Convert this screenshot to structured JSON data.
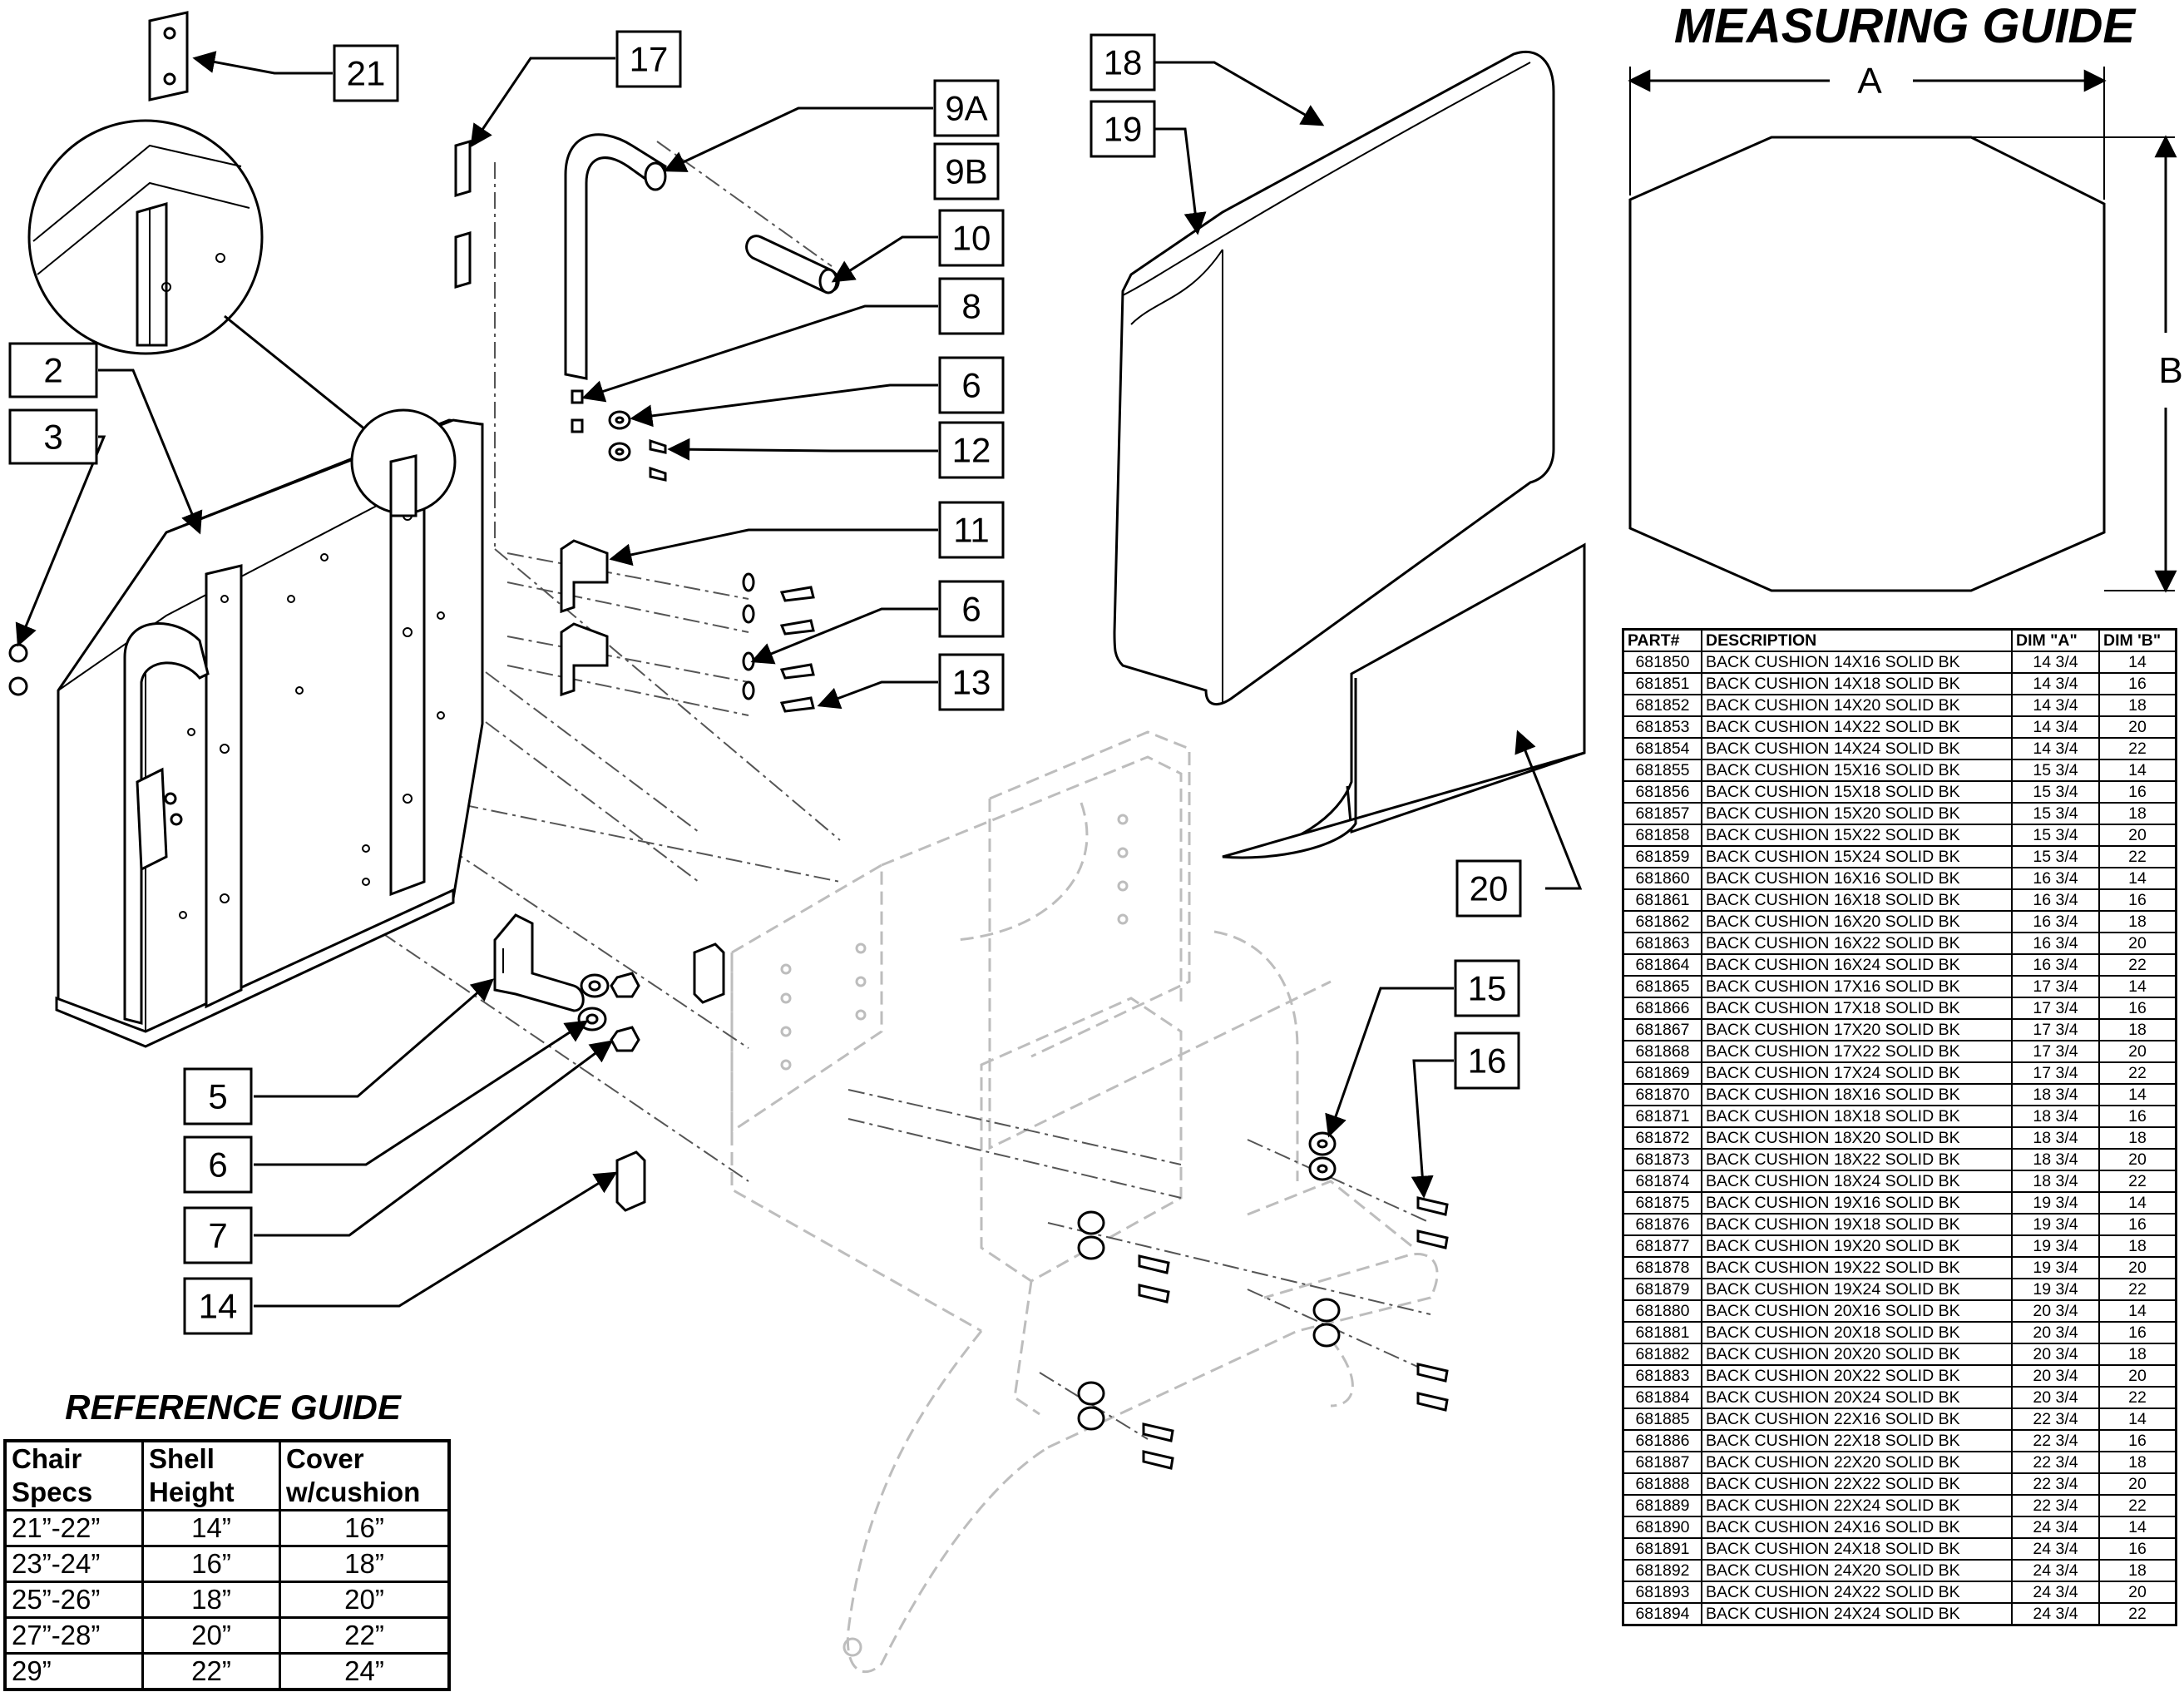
{
  "titles": {
    "measuring_guide": "MEASURING GUIDE",
    "reference_guide": "REFERENCE GUIDE"
  },
  "dimensions": {
    "a": "A",
    "b": "B"
  },
  "callouts": [
    "21",
    "17",
    "9A",
    "9B",
    "10",
    "8",
    "6",
    "12",
    "11",
    "6",
    "13",
    "2",
    "3",
    "5",
    "6",
    "7",
    "14",
    "18",
    "19",
    "20",
    "15",
    "16"
  ],
  "reference_guide": {
    "headers": [
      "Chair Specs",
      "Shell Height",
      "Cover w/cushion"
    ],
    "rows": [
      [
        "21”-22”",
        "14”",
        "16”"
      ],
      [
        "23”-24”",
        "16”",
        "18”"
      ],
      [
        "25”-26”",
        "18”",
        "20”"
      ],
      [
        "27”-28”",
        "20”",
        "22”"
      ],
      [
        "29”",
        "22”",
        "24”"
      ]
    ]
  },
  "parts_table": {
    "headers": [
      "PART#",
      "DESCRIPTION",
      "DIM \"A\"",
      "DIM 'B\""
    ],
    "rows": [
      [
        "681850",
        "BACK CUSHION 14X16 SOLID BK",
        "14 3/4",
        "14"
      ],
      [
        "681851",
        "BACK CUSHION 14X18 SOLID BK",
        "14 3/4",
        "16"
      ],
      [
        "681852",
        "BACK CUSHION 14X20 SOLID BK",
        "14 3/4",
        "18"
      ],
      [
        "681853",
        "BACK CUSHION 14X22 SOLID BK",
        "14 3/4",
        "20"
      ],
      [
        "681854",
        "BACK CUSHION 14X24 SOLID BK",
        "14 3/4",
        "22"
      ],
      [
        "681855",
        "BACK CUSHION 15X16 SOLID BK",
        "15 3/4",
        "14"
      ],
      [
        "681856",
        "BACK CUSHION 15X18 SOLID BK",
        "15 3/4",
        "16"
      ],
      [
        "681857",
        "BACK CUSHION 15X20 SOLID BK",
        "15 3/4",
        "18"
      ],
      [
        "681858",
        "BACK CUSHION 15X22 SOLID BK",
        "15 3/4",
        "20"
      ],
      [
        "681859",
        "BACK CUSHION 15X24 SOLID BK",
        "15 3/4",
        "22"
      ],
      [
        "681860",
        "BACK CUSHION 16X16 SOLID BK",
        "16 3/4",
        "14"
      ],
      [
        "681861",
        "BACK CUSHION 16X18 SOLID BK",
        "16 3/4",
        "16"
      ],
      [
        "681862",
        "BACK CUSHION 16X20 SOLID BK",
        "16 3/4",
        "18"
      ],
      [
        "681863",
        "BACK CUSHION 16X22 SOLID BK",
        "16 3/4",
        "20"
      ],
      [
        "681864",
        "BACK CUSHION 16X24 SOLID BK",
        "16 3/4",
        "22"
      ],
      [
        "681865",
        "BACK CUSHION 17X16 SOLID BK",
        "17 3/4",
        "14"
      ],
      [
        "681866",
        "BACK CUSHION 17X18 SOLID BK",
        "17 3/4",
        "16"
      ],
      [
        "681867",
        "BACK CUSHION 17X20 SOLID BK",
        "17 3/4",
        "18"
      ],
      [
        "681868",
        "BACK CUSHION 17X22 SOLID BK",
        "17 3/4",
        "20"
      ],
      [
        "681869",
        "BACK CUSHION 17X24 SOLID BK",
        "17 3/4",
        "22"
      ],
      [
        "681870",
        "BACK CUSHION 18X16 SOLID BK",
        "18 3/4",
        "14"
      ],
      [
        "681871",
        "BACK CUSHION 18X18 SOLID BK",
        "18 3/4",
        "16"
      ],
      [
        "681872",
        "BACK CUSHION 18X20 SOLID BK",
        "18 3/4",
        "18"
      ],
      [
        "681873",
        "BACK CUSHION 18X22 SOLID BK",
        "18 3/4",
        "20"
      ],
      [
        "681874",
        "BACK CUSHION 18X24 SOLID BK",
        "18 3/4",
        "22"
      ],
      [
        "681875",
        "BACK CUSHION 19X16 SOLID BK",
        "19 3/4",
        "14"
      ],
      [
        "681876",
        "BACK CUSHION 19X18 SOLID BK",
        "19 3/4",
        "16"
      ],
      [
        "681877",
        "BACK CUSHION 19X20 SOLID BK",
        "19 3/4",
        "18"
      ],
      [
        "681878",
        "BACK CUSHION 19X22 SOLID BK",
        "19 3/4",
        "20"
      ],
      [
        "681879",
        "BACK CUSHION 19X24 SOLID BK",
        "19 3/4",
        "22"
      ],
      [
        "681880",
        "BACK CUSHION 20X16 SOLID BK",
        "20 3/4",
        "14"
      ],
      [
        "681881",
        "BACK CUSHION 20X18 SOLID BK",
        "20 3/4",
        "16"
      ],
      [
        "681882",
        "BACK CUSHION 20X20 SOLID BK",
        "20 3/4",
        "18"
      ],
      [
        "681883",
        "BACK CUSHION 20X22 SOLID BK",
        "20 3/4",
        "20"
      ],
      [
        "681884",
        "BACK CUSHION 20X24 SOLID BK",
        "20 3/4",
        "22"
      ],
      [
        "681885",
        "BACK CUSHION 22X16 SOLID BK",
        "22 3/4",
        "14"
      ],
      [
        "681886",
        "BACK CUSHION 22X18 SOLID BK",
        "22 3/4",
        "16"
      ],
      [
        "681887",
        "BACK CUSHION 22X20 SOLID BK",
        "22 3/4",
        "18"
      ],
      [
        "681888",
        "BACK CUSHION 22X22 SOLID BK",
        "22 3/4",
        "20"
      ],
      [
        "681889",
        "BACK CUSHION 22X24 SOLID BK",
        "22 3/4",
        "22"
      ],
      [
        "681890",
        "BACK CUSHION 24X16 SOLID BK",
        "24 3/4",
        "14"
      ],
      [
        "681891",
        "BACK CUSHION 24X18 SOLID BK",
        "24 3/4",
        "16"
      ],
      [
        "681892",
        "BACK CUSHION 24X20 SOLID BK",
        "24 3/4",
        "18"
      ],
      [
        "681893",
        "BACK CUSHION 24X22 SOLID BK",
        "24 3/4",
        "20"
      ],
      [
        "681894",
        "BACK CUSHION 24X24 SOLID BK",
        "24 3/4",
        "22"
      ]
    ]
  }
}
